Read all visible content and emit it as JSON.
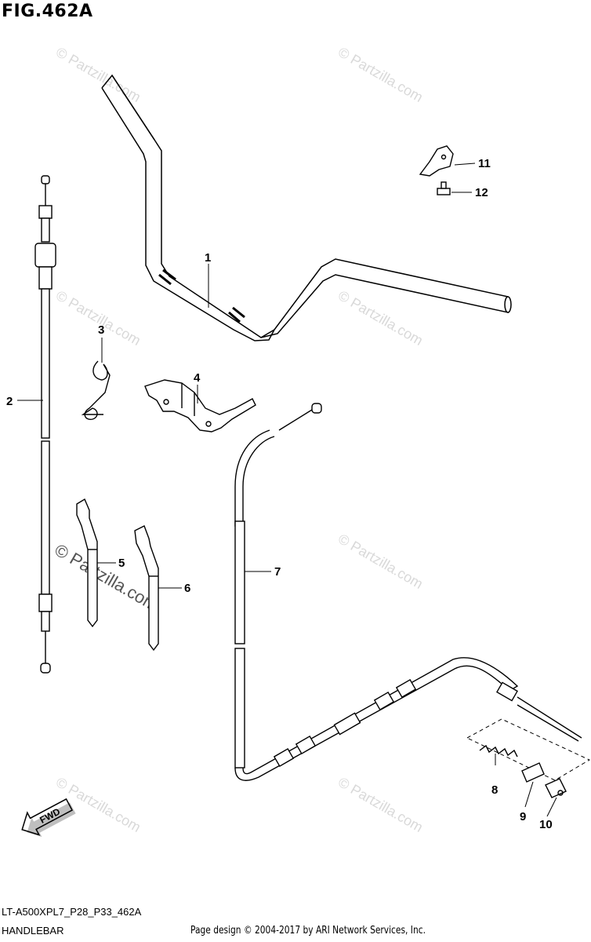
{
  "figure": {
    "title": "FIG.462A"
  },
  "callouts": [
    "1",
    "2",
    "3",
    "4",
    "5",
    "6",
    "7",
    "8",
    "9",
    "10",
    "11",
    "12"
  ],
  "fwd_label": "FWD",
  "watermark": {
    "text": "© Partzilla.com",
    "main_text": "© Partzilla.com"
  },
  "footer": {
    "code": "LT-A500XPL7_P28_P33_462A",
    "section": "HANDLEBAR",
    "credit": "Page design © 2004-2017 by ARI Network Services, Inc."
  }
}
